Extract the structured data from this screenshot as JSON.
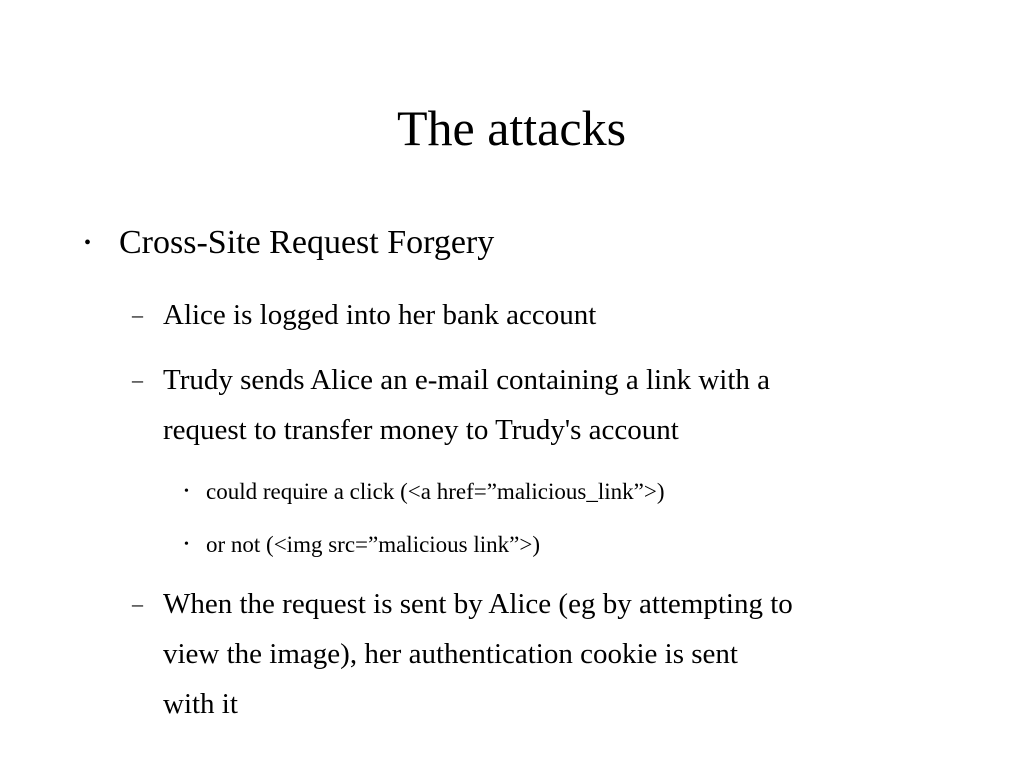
{
  "slide": {
    "title": "The attacks",
    "bullets": [
      {
        "marker": "•",
        "text": "Cross-Site Request Forgery",
        "subitems": [
          {
            "marker": "–",
            "lines": [
              "Alice is logged into her bank account"
            ]
          },
          {
            "marker": "–",
            "lines": [
              "Trudy sends Alice an e-mail containing a link with a",
              "request to transfer money to Trudy's account"
            ],
            "subitems": [
              {
                "marker": "•",
                "text": "could require a click (<a href=”malicious_link”>)"
              },
              {
                "marker": "•",
                "text": "or not (<img src=”malicious link”>)"
              }
            ]
          },
          {
            "marker": "–",
            "lines": [
              "When the request is sent by Alice (eg by attempting to",
              "view the image), her authentication cookie is sent",
              "with it"
            ]
          }
        ]
      }
    ]
  }
}
